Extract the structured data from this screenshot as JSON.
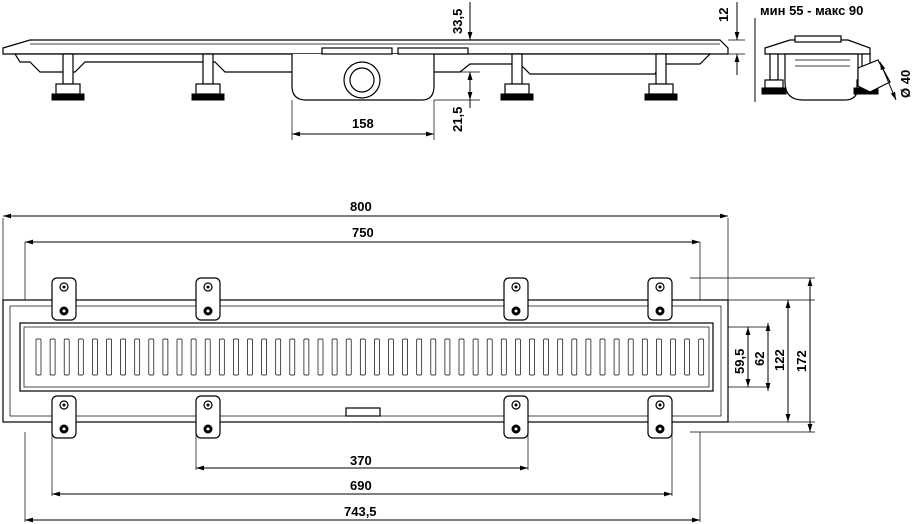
{
  "side_view": {
    "dim_overall_height": "33,5",
    "dim_outlet_width": "158",
    "dim_outlet_height": "21,5",
    "dim_frame": "12",
    "dim_adjust": "мин 55 - макс 90",
    "dim_outlet_diameter": "Ø 40"
  },
  "top_view": {
    "dim_total_length": "800",
    "dim_frame_length": "750",
    "dim_bracket_inner": "370",
    "dim_bracket_outer": "690",
    "dim_grate_length": "743,5",
    "dim_grate_width": "59,5",
    "dim_channel_inner": "62",
    "dim_channel_width": "122",
    "dim_total_width": "172"
  }
}
